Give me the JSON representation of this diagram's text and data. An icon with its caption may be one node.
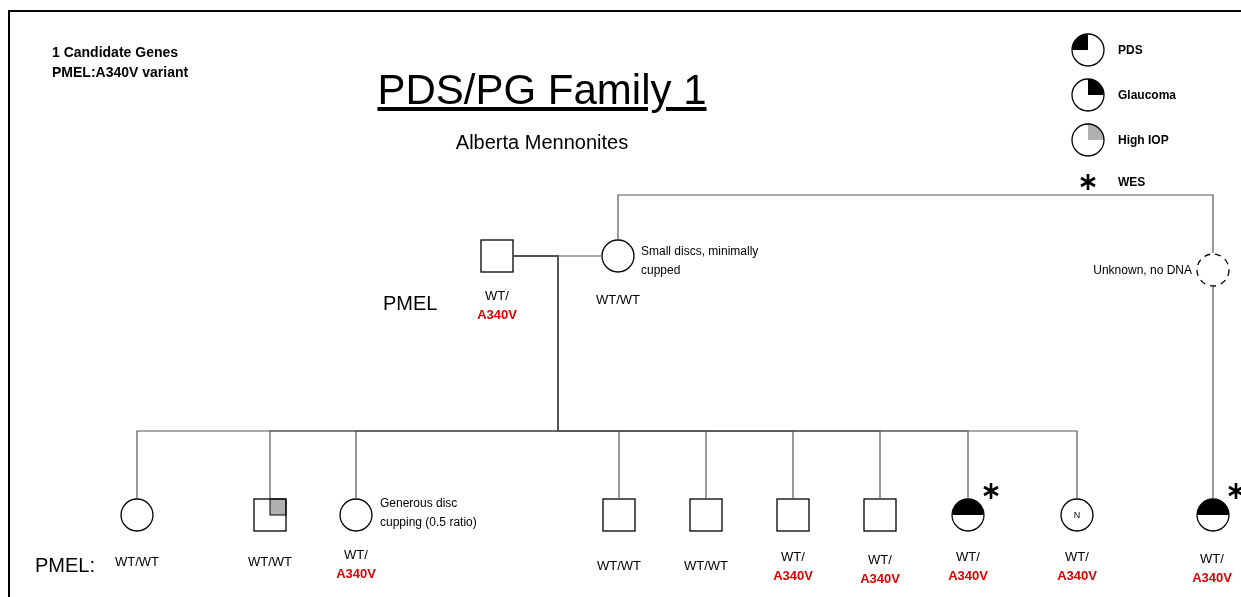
{
  "diagram": {
    "title": "PDS/PG Family 1",
    "nodes": [
      {
        "text": [],
        "shape": "box",
        "beside": [
          "WT/ **A340V**"
        ]
      },
      {
        "text": [],
        "shape": "circle",
        "beside": [
          "Small discs, minimally cupped",
          "WT/WT"
        ]
      },
      {
        "text": [],
        "shape": "circle",
        "beside": [
          "Unknown, no DNA"
        ]
      },
      {
        "text": [],
        "shape": "circle",
        "beside": [
          "WT/WT"
        ]
      },
      {
        "text": [],
        "shape": "box",
        "beside": [
          "WT/WT"
        ]
      },
      {
        "text": [],
        "shape": "circle",
        "beside": [
          "Generous disc cupping (0.5 ratio)",
          "WT/ **A340V**"
        ]
      },
      {
        "text": [],
        "shape": "box",
        "beside": [
          "WT/WT"
        ]
      },
      {
        "text": [],
        "shape": "box",
        "beside": [
          "WT/WT"
        ]
      },
      {
        "text": [],
        "shape": "box",
        "beside": [
          "WT/ **A340V**"
        ]
      },
      {
        "text": [],
        "shape": "box",
        "beside": [
          "WT/ **A340V**"
        ]
      },
      {
        "text": [],
        "shape": "circle",
        "beside": [
          "WT/ **A340V**"
        ]
      },
      {
        "text": [
          "N"
        ],
        "beside": [
          "WT/ **A340V**"
        ]
      },
      {
        "text": [],
        "shape": "circle",
        "beside": [
          "WT/ **A340V**"
        ]
      }
    ],
    "edges": [
      {
        "from": 0,
        "to": 1,
        "arrow": "none"
      },
      {
        "from": 1,
        "to": 2,
        "arrow": "none"
      },
      {
        "from": 2,
        "to": 12,
        "arrow": "none"
      },
      {
        "from": 0,
        "to": 3,
        "arrow": "none"
      },
      {
        "from": 0,
        "to": 4,
        "arrow": "none"
      },
      {
        "from": 0,
        "to": 5,
        "arrow": "none"
      },
      {
        "from": 0,
        "to": 6,
        "arrow": "none"
      },
      {
        "from": 0,
        "to": 7,
        "arrow": "none"
      },
      {
        "from": 0,
        "to": 8,
        "arrow": "none"
      },
      {
        "from": 0,
        "to": 9,
        "arrow": "none"
      },
      {
        "from": 0,
        "to": 10,
        "arrow": "none"
      },
      {
        "from": 0,
        "to": 11,
        "arrow": "none"
      }
    ],
    "labels": [
      "1 Candidate Genes PMEL:A340V variant",
      "Alberta Mennonites",
      "PMEL",
      "PMEL:"
    ],
    "legend": [
      {
        "text": "PDS"
      },
      {
        "text": "Glaucoma"
      },
      {
        "text": "High IOP"
      },
      {
        "text": "WES"
      }
    ]
  }
}
